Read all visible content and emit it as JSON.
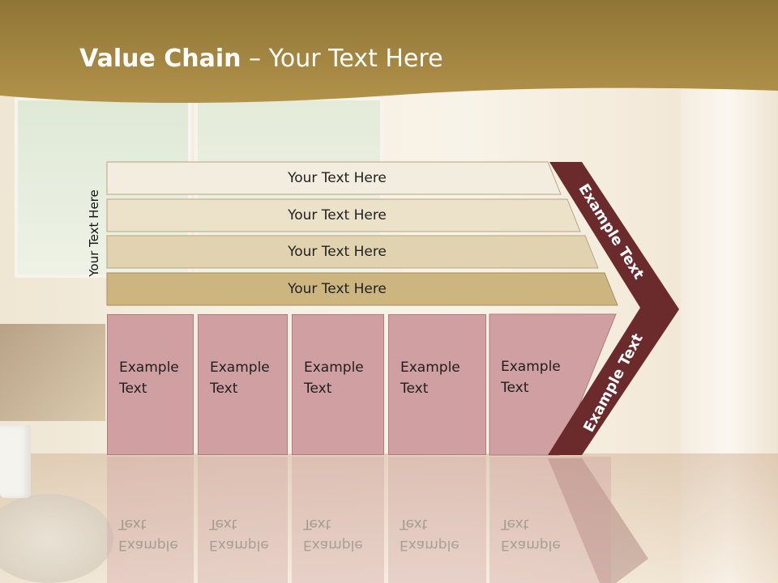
{
  "slide": {
    "title_bold": "Value Chain",
    "title_rest": " – Your Text Here",
    "side_label": "Your Text Here",
    "support_bars": [
      {
        "label": "Your Text Here"
      },
      {
        "label": "Your Text Here"
      },
      {
        "label": "Your Text Here"
      },
      {
        "label": "Your Text Here"
      }
    ],
    "primary_boxes": [
      {
        "line1": "Example",
        "line2": "Text"
      },
      {
        "line1": "Example",
        "line2": "Text"
      },
      {
        "line1": "Example",
        "line2": "Text"
      },
      {
        "line1": "Example",
        "line2": "Text"
      },
      {
        "line1": "Example",
        "line2": "Text"
      }
    ],
    "margin_upper": "Example Text",
    "margin_lower": "Example Text"
  },
  "colors": {
    "header": "#a9893f",
    "bar1": "#f3ede0",
    "bar2": "#ece1c9",
    "bar3": "#e1d3b0",
    "bar4": "#cdb580",
    "box": "#d09fa1",
    "chevron": "#6b2a2c"
  }
}
